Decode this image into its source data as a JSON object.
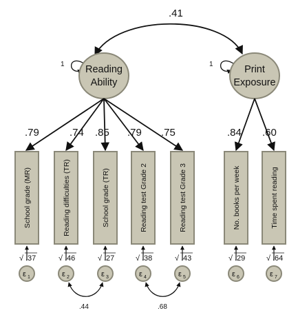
{
  "covariances": {
    "latent": ".41",
    "e2_e3": ".44",
    "e4_e5": ".68"
  },
  "latent_factors": [
    {
      "label_line1": "Reading",
      "label_line2": "Ability",
      "variance": "1"
    },
    {
      "label_line1": "Print",
      "label_line2": "Exposure",
      "variance": "1"
    }
  ],
  "indicators": [
    {
      "label": "School grade (MR)",
      "loading": ".79",
      "residual": ".37",
      "error": "ε",
      "error_index": "1"
    },
    {
      "label": "Reading difficulties (TR)",
      "loading": ".74",
      "residual": ".46",
      "error": "ε",
      "error_index": "2"
    },
    {
      "label": "School grade (TR)",
      "loading": ".85",
      "residual": ".27",
      "error": "ε",
      "error_index": "3"
    },
    {
      "label": "Reading test Grade 2",
      "loading": ".79",
      "residual": ".38",
      "error": "ε",
      "error_index": "4"
    },
    {
      "label": "Reading test Grade 3",
      "loading": ".75",
      "residual": ".43",
      "error": "ε",
      "error_index": "5"
    },
    {
      "label": "No. books per week",
      "loading": ".84",
      "residual": ".29",
      "error": "ε",
      "error_index": "6"
    },
    {
      "label": "Time spent reading",
      "loading": ".60",
      "residual": ".64",
      "error": "ε",
      "error_index": "7"
    }
  ],
  "colors": {
    "fill": "#c9c6b4",
    "stroke": "#8a8878",
    "line": "#111111"
  }
}
